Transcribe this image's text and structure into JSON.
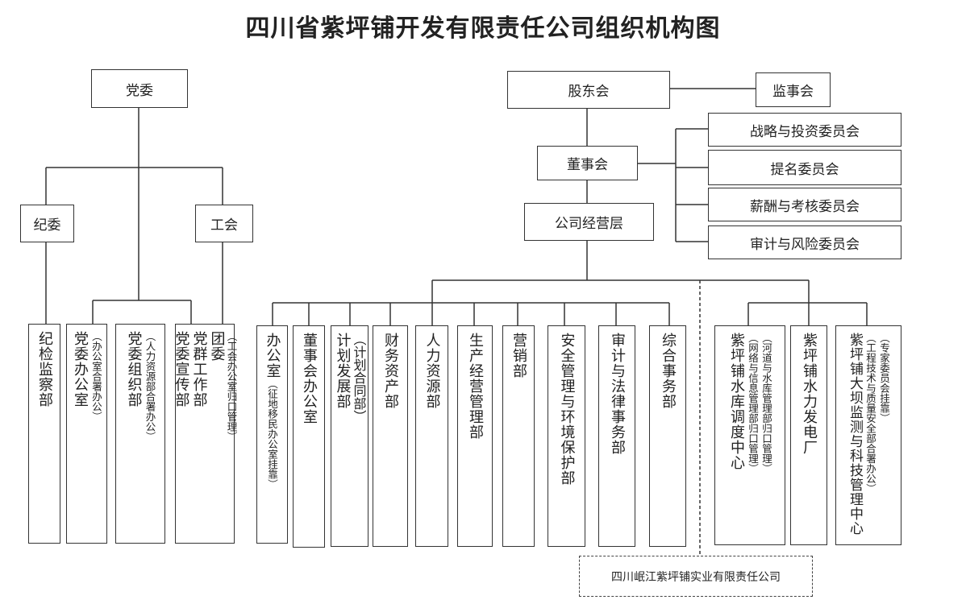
{
  "title": "四川省紫坪铺开发有限责任公司组织机构图",
  "party": {
    "committee": "党委",
    "discipline": "纪委",
    "union": "工会",
    "depts": [
      {
        "name": "纪检监察部"
      },
      {
        "name": "党委办公室",
        "note": "（办公室合署办公）"
      },
      {
        "name": "党委组织部",
        "note": "（人力资源部合署办公）"
      },
      {
        "cols": [
          "党委宣传部",
          "党群工作部",
          "团委"
        ],
        "note": "（工会办公室归口管理）"
      }
    ]
  },
  "corp": {
    "shareholders": "股东会",
    "supervisors": "监事会",
    "board": "董事会",
    "management": "公司经营层",
    "committees": [
      "战略与投资委员会",
      "提名委员会",
      "薪酬与考核委员会",
      "审计与风险委员会"
    ],
    "depts": [
      {
        "name": "办公室",
        "note": "（征地移民办公室挂靠）"
      },
      {
        "name": "董事会办公室"
      },
      {
        "name": "计划发展部",
        "note": "（计划合同部）"
      },
      {
        "name": "财务资产部"
      },
      {
        "name": "人力资源部"
      },
      {
        "name": "生产经营管理部"
      },
      {
        "name": "营销部"
      },
      {
        "name": "安全管理与环境保护部"
      },
      {
        "name": "审计与法律事务部"
      },
      {
        "name": "综合事务部"
      }
    ],
    "units": [
      {
        "name": "紫坪铺水库调度中心",
        "notes": [
          "（网络与信息管理部归口管理）",
          "（河道与水库管理部归口管理）"
        ]
      },
      {
        "name": "紫坪铺水力发电厂"
      },
      {
        "name": "紫坪铺大坝监测与科技管理中心",
        "notes": [
          "（工程技术与质量安全部合署办公）",
          "（专家委员会挂靠）"
        ]
      }
    ],
    "subsidiary": "四川岷江紫坪铺实业有限责任公司"
  }
}
